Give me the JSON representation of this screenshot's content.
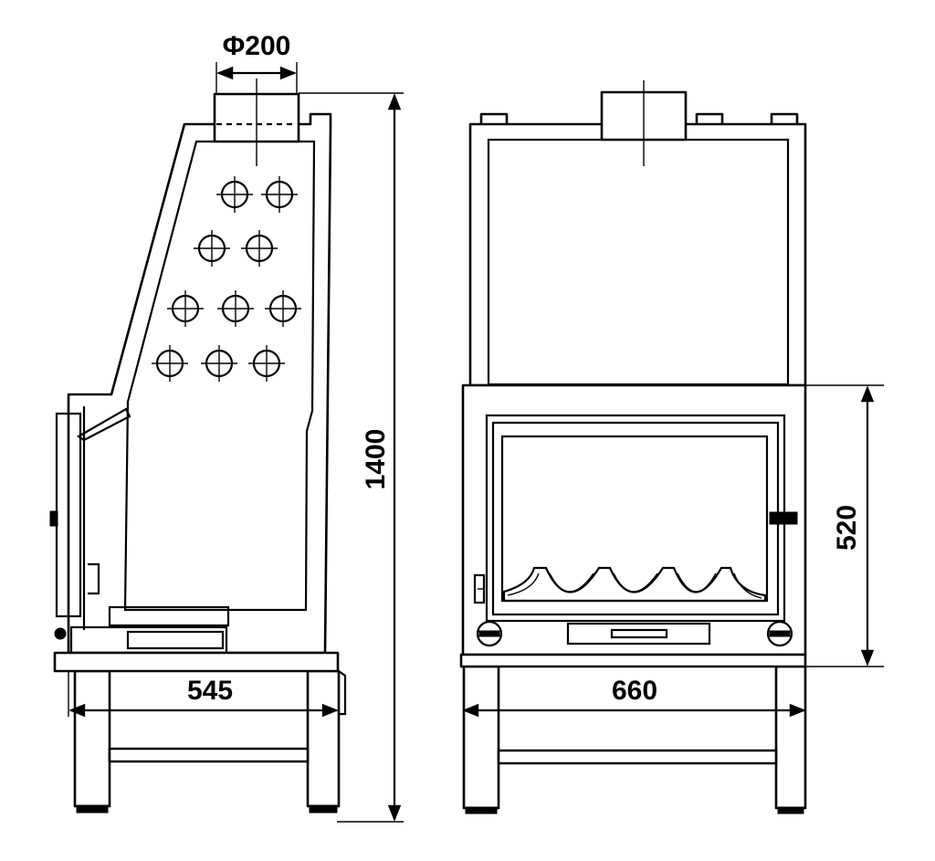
{
  "dimensions": {
    "flue_diameter": "Φ200",
    "total_height": "1400",
    "side_depth": "545",
    "front_width": "660",
    "door_height": "520"
  }
}
